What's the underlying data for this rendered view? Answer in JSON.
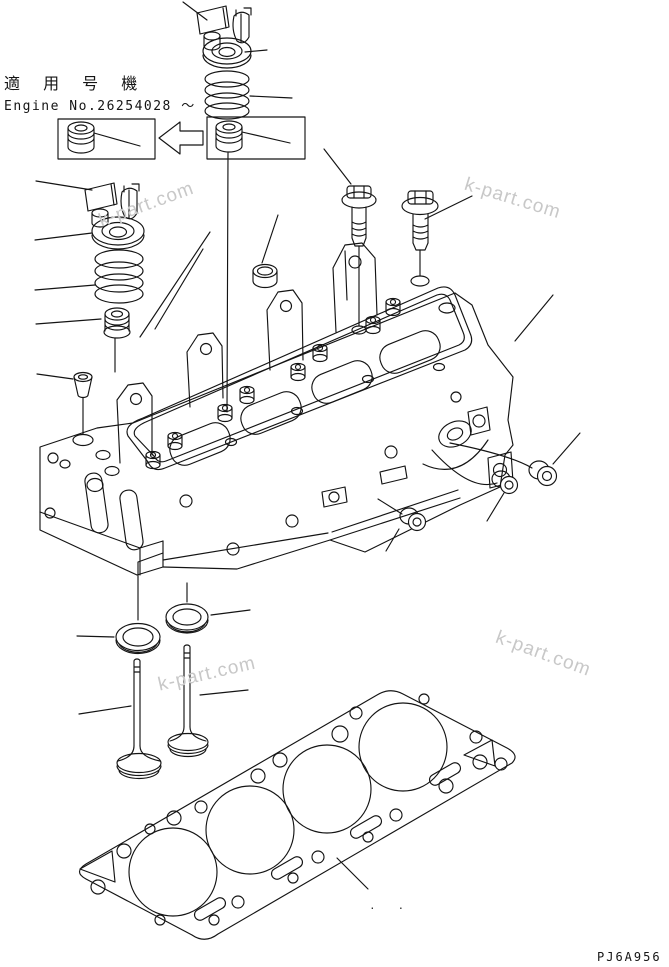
{
  "header": {
    "applicable_machine_ja": "適 用 号 機",
    "engine_no": "Engine No.26254028 ～"
  },
  "watermark": {
    "text": "k-part.com"
  },
  "footer": {
    "drawing_code": "PJ6A956",
    "artifact_dots": "· ·"
  },
  "colors": {
    "line": "#141414",
    "watermark": "#c8c8c8",
    "background": "#ffffff"
  }
}
